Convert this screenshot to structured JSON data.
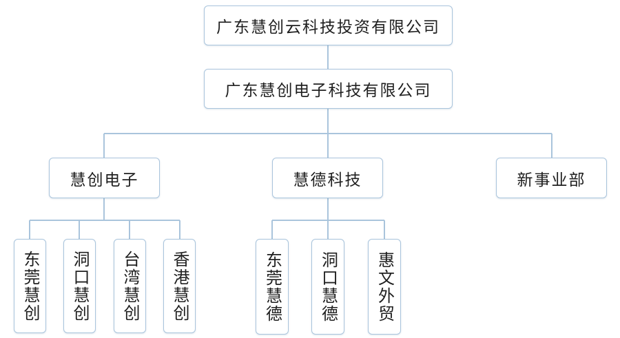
{
  "org_chart": {
    "root": {
      "label": "广东慧创云科技投资有限公司"
    },
    "level1": {
      "label": "广东慧创电子科技有限公司"
    },
    "divisions": [
      {
        "label": "慧创电子",
        "units": [
          "东莞慧创",
          "洞口慧创",
          "台湾慧创",
          "香港慧创"
        ]
      },
      {
        "label": "慧德科技",
        "units": [
          "东莞慧德",
          "洞口慧德",
          "惠文外贸"
        ]
      },
      {
        "label": "新事业部",
        "units": []
      }
    ]
  },
  "colors": {
    "connector": "#a9c4dc",
    "border": "#a9c4dc",
    "text": "#1f1f1f",
    "background": "#ffffff"
  }
}
